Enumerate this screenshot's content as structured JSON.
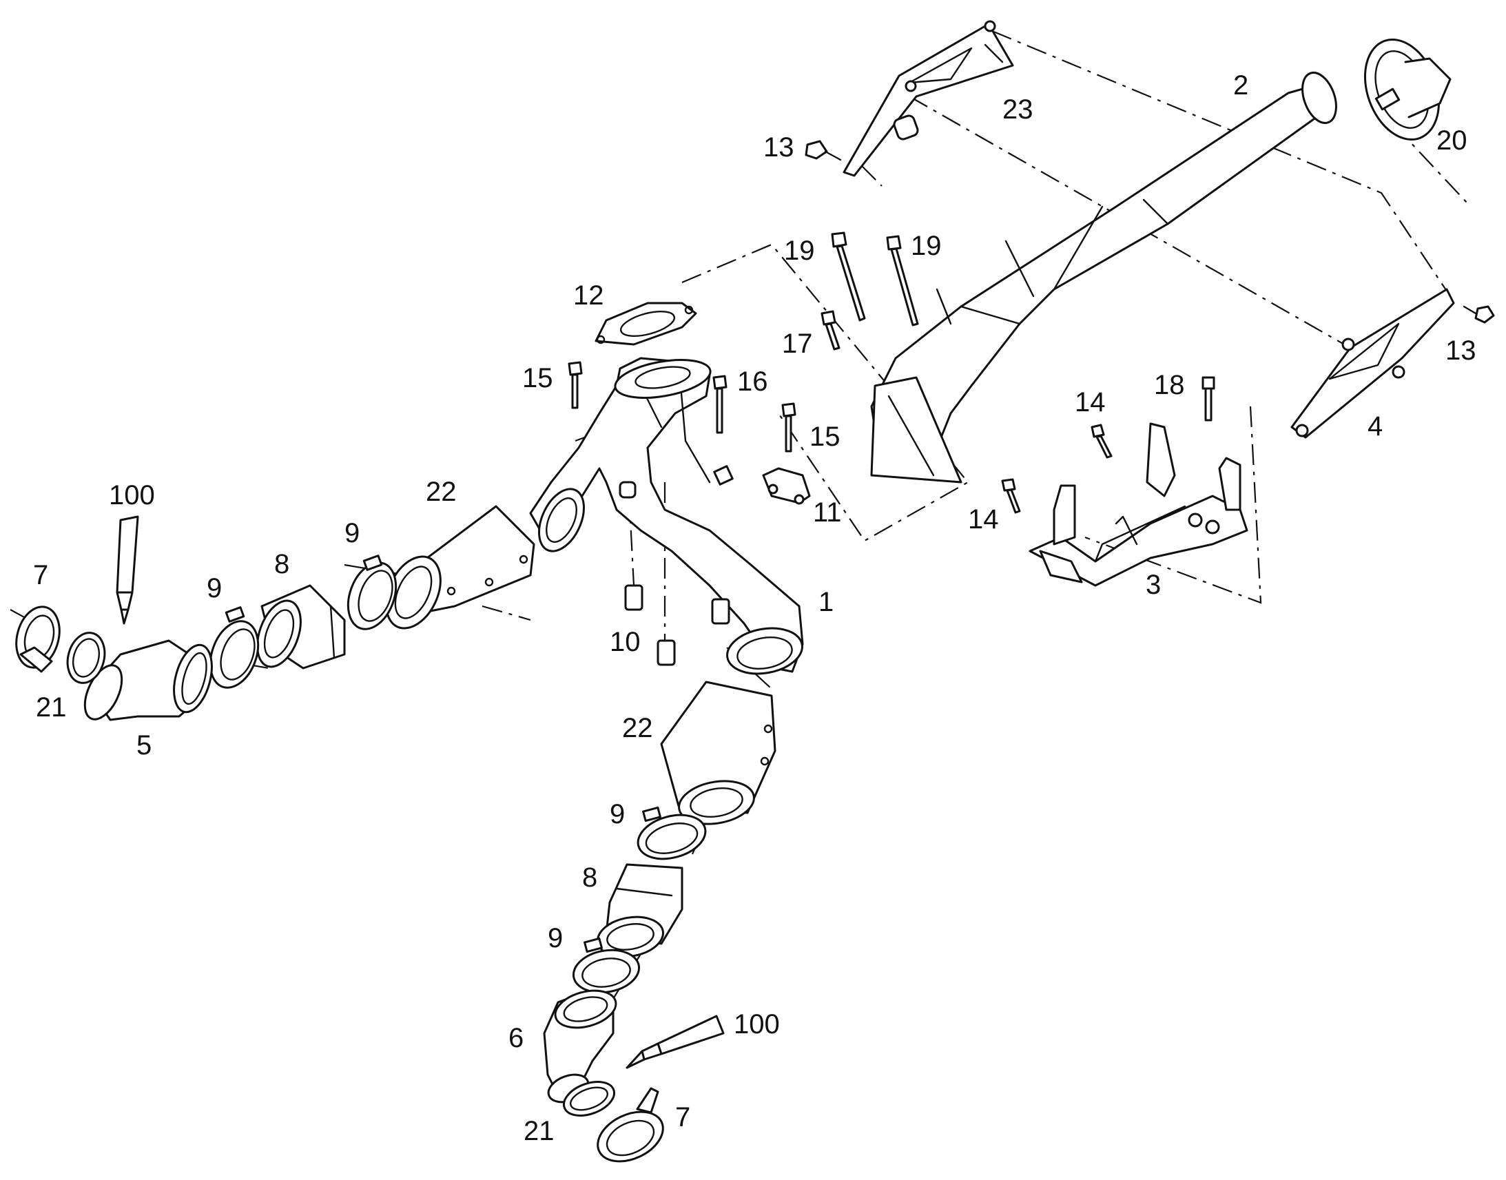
{
  "diagram": {
    "style": {
      "line_color": "#111111",
      "background": "#ffffff"
    },
    "callouts": {
      "c1": "1",
      "c2": "2",
      "c3": "3",
      "c4": "4",
      "c5": "5",
      "c6": "6",
      "c7a": "7",
      "c7b": "7",
      "c8a": "8",
      "c8b": "8",
      "c9a": "9",
      "c9b": "9",
      "c9c": "9",
      "c9d": "9",
      "c10": "10",
      "c11": "11",
      "c12": "12",
      "c13a": "13",
      "c13b": "13",
      "c14a": "14",
      "c14b": "14",
      "c15a": "15",
      "c15b": "15",
      "c16": "16",
      "c17": "17",
      "c18": "18",
      "c19a": "19",
      "c19b": "19",
      "c20": "20",
      "c21a": "21",
      "c21b": "21",
      "c22a": "22",
      "c22b": "22",
      "c23": "23",
      "c100a": "100",
      "c100b": "100"
    }
  }
}
